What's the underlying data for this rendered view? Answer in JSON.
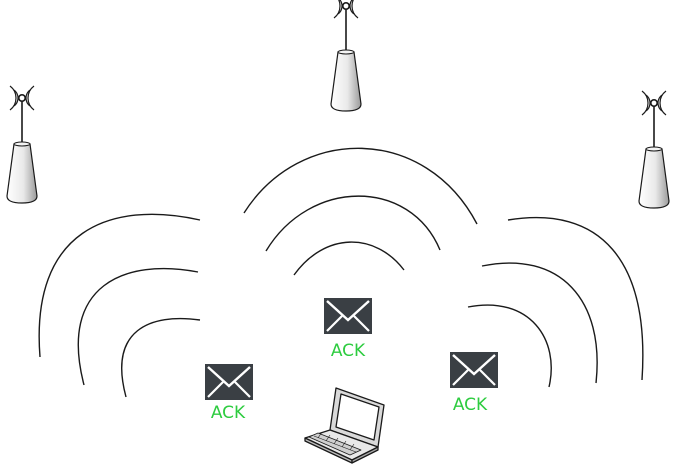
{
  "messages": [
    {
      "label": "ACK",
      "icon": "envelope-icon"
    },
    {
      "label": "ACK",
      "icon": "envelope-icon"
    },
    {
      "label": "ACK",
      "icon": "envelope-icon"
    }
  ],
  "colors": {
    "ack_label": "#2ecc40",
    "envelope": "#3a3f44",
    "line": "#1a1a1a",
    "antenna_body": "#e6e6e6"
  }
}
